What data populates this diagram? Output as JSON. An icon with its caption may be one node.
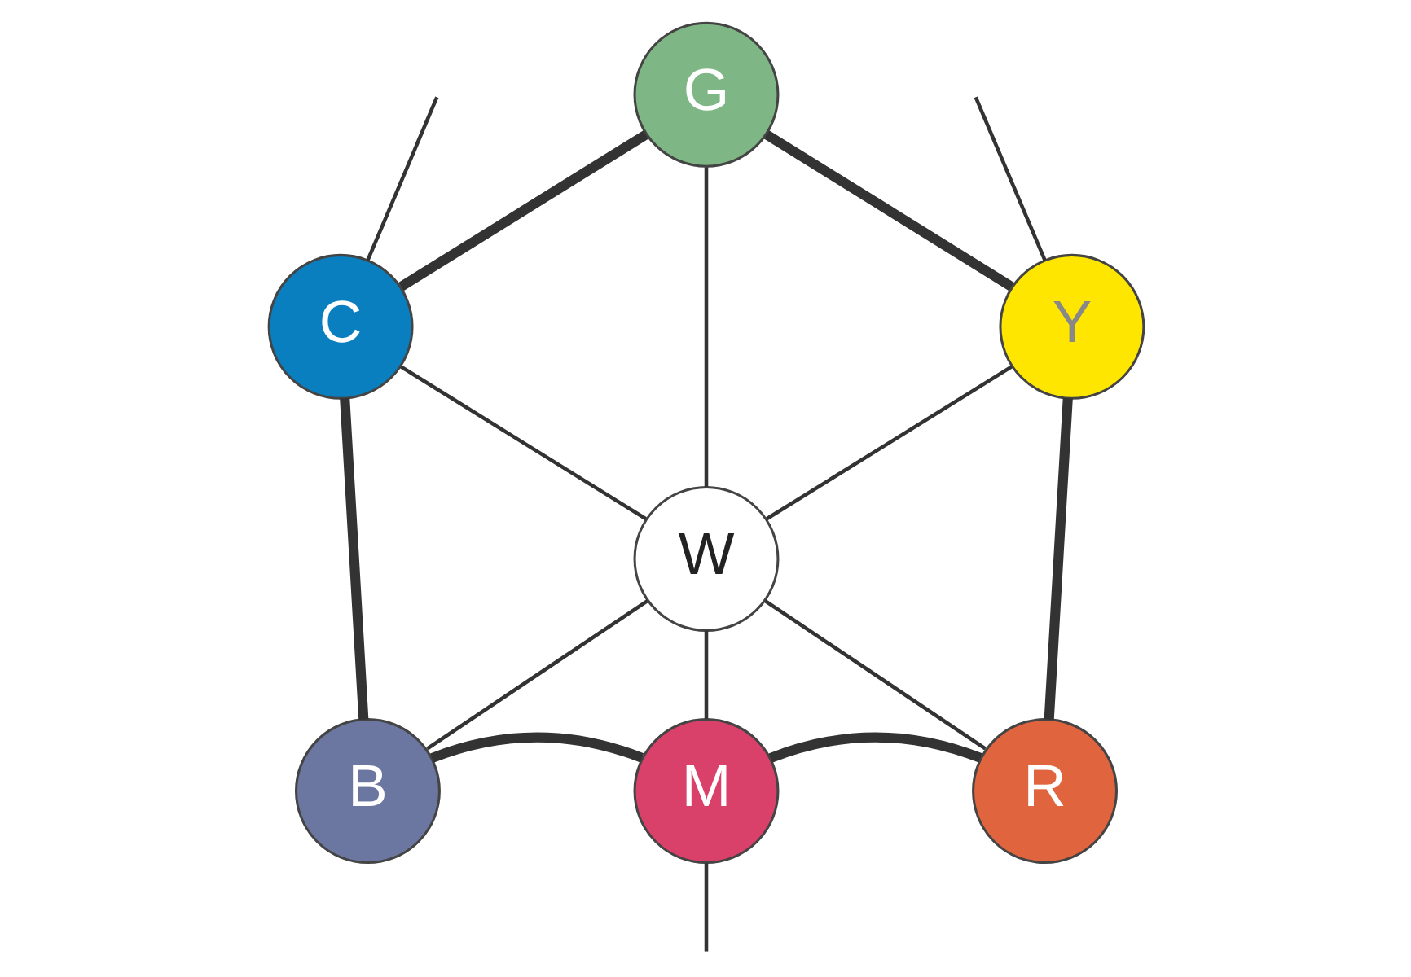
{
  "diagram": {
    "nodes": [
      {
        "text": [
          "G"
        ]
      },
      {
        "text": [
          "C"
        ]
      },
      {
        "text": [
          "Y"
        ]
      },
      {
        "text": [
          "W"
        ]
      },
      {
        "text": [
          "B"
        ]
      },
      {
        "text": [
          "M"
        ]
      },
      {
        "text": [
          "R"
        ]
      }
    ],
    "edges": [
      {
        "from": 0,
        "to": 1,
        "arrow": "none",
        "style": "thick"
      },
      {
        "from": 1,
        "to": 4,
        "arrow": "none",
        "style": "thick"
      },
      {
        "from": 0,
        "to": 2,
        "arrow": "none",
        "style": "thick"
      },
      {
        "from": 2,
        "to": 6,
        "arrow": "none",
        "style": "thick"
      },
      {
        "from": 4,
        "to": 5,
        "arrow": "none",
        "style": "thick"
      },
      {
        "from": 5,
        "to": 6,
        "arrow": "none",
        "style": "thick"
      },
      {
        "from": 3,
        "to": 0,
        "arrow": "none"
      },
      {
        "from": 3,
        "to": 1,
        "arrow": "none"
      },
      {
        "from": 3,
        "to": 2,
        "arrow": "none"
      },
      {
        "from": 3,
        "to": 4,
        "arrow": "none"
      },
      {
        "from": 3,
        "to": 5,
        "arrow": "none"
      },
      {
        "from": 3,
        "to": 6,
        "arrow": "none"
      },
      {
        "from": 1,
        "to": null,
        "arrow": "none"
      },
      {
        "from": 2,
        "to": null,
        "arrow": "none"
      },
      {
        "from": 5,
        "to": null,
        "arrow": "none"
      }
    ]
  }
}
